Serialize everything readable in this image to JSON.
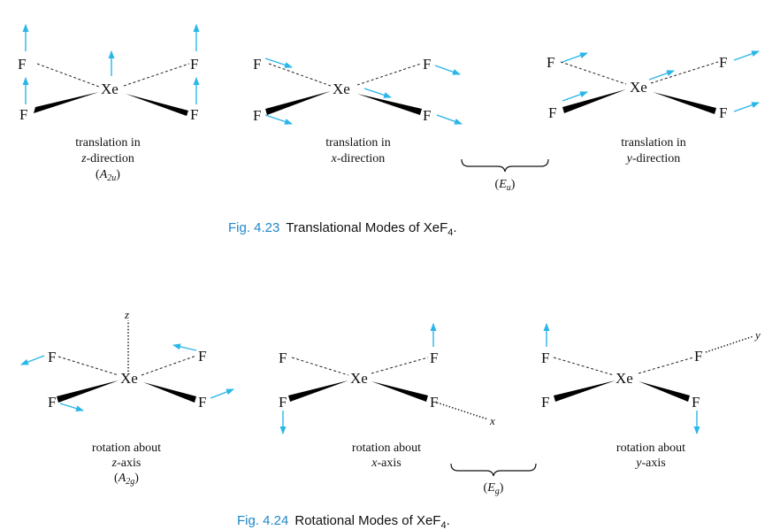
{
  "labels": {
    "xe": "Xe",
    "f": "F",
    "axis_z": "z",
    "axis_x": "x",
    "axis_y": "y"
  },
  "fig23": {
    "number": "Fig. 4.23",
    "title": "Translational Modes of XeF",
    "title_sub": "4",
    "title_end": ".",
    "panels": [
      {
        "line1": "translation in",
        "line2_italic": "z",
        "line2_rest": "-direction",
        "sym_main": "A",
        "sym_sub": "2u"
      },
      {
        "line1": "translation in",
        "line2_italic": "x",
        "line2_rest": "-direction"
      },
      {
        "line1": "translation in",
        "line2_italic": "y",
        "line2_rest": "-direction"
      }
    ],
    "brace": {
      "sym_main": "E",
      "sym_sub": "u"
    }
  },
  "fig24": {
    "number": "Fig. 4.24",
    "title": "Rotational Modes of XeF",
    "title_sub": "4",
    "title_end": ".",
    "panels": [
      {
        "line1": "rotation about",
        "line2_italic": "z",
        "line2_rest": "-axis",
        "sym_main": "A",
        "sym_sub": "2g"
      },
      {
        "line1": "rotation about",
        "line2_italic": "x",
        "line2_rest": "-axis"
      },
      {
        "line1": "rotation about",
        "line2_italic": "y",
        "line2_rest": "-axis"
      }
    ],
    "brace": {
      "sym_main": "E",
      "sym_sub": "g"
    }
  },
  "colors": {
    "arrow": "#29b6e8",
    "fig_number": "#1e88c8",
    "text": "#111111"
  }
}
